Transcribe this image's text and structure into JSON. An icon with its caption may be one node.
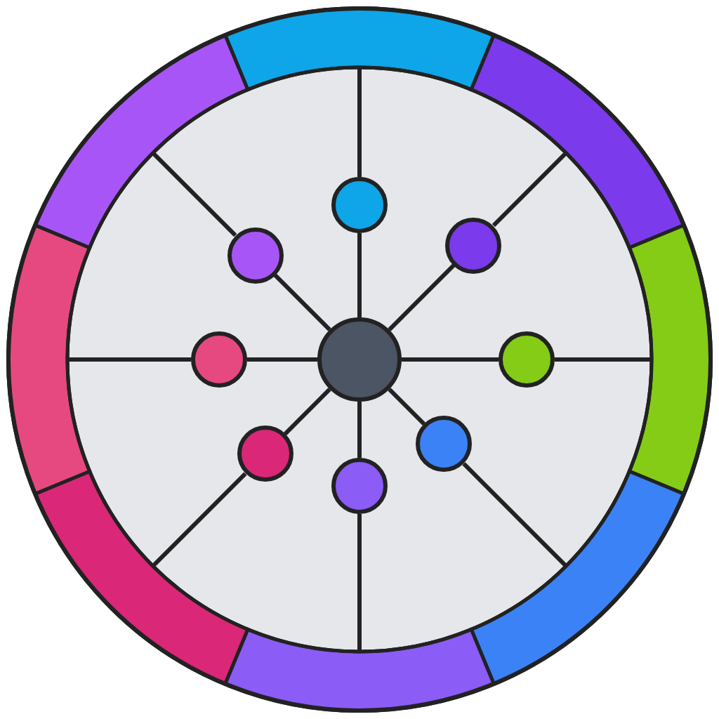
{
  "diagram": {
    "nodes": [
      {
        "text": [],
        "shape": "circle"
      },
      {
        "text": [],
        "shape": "circle",
        "in": 0
      },
      {
        "text": [],
        "shape": "circle",
        "in": 0
      },
      {
        "text": [],
        "shape": "circle",
        "in": 0
      },
      {
        "text": [],
        "shape": "circle",
        "in": 0
      },
      {
        "text": [],
        "shape": "circle",
        "in": 0
      },
      {
        "text": [],
        "shape": "circle",
        "in": 0
      },
      {
        "text": [],
        "shape": "circle",
        "in": 0
      },
      {
        "text": [],
        "shape": "circle",
        "in": 0
      },
      {
        "text": [],
        "shape": "circle",
        "in": 0
      }
    ],
    "edges": [
      {
        "from": 2,
        "to": 5,
        "arrow": "none"
      },
      {
        "from": 1,
        "to": 5,
        "arrow": "none"
      },
      {
        "from": 3,
        "to": 5,
        "arrow": "none"
      },
      {
        "from": 4,
        "to": 5,
        "arrow": "none"
      },
      {
        "from": 5,
        "to": 6,
        "arrow": "none"
      },
      {
        "from": 5,
        "to": 7,
        "arrow": "none"
      },
      {
        "from": 5,
        "to": 9,
        "arrow": "none"
      },
      {
        "from": 5,
        "to": 8,
        "arrow": "none"
      }
    ]
  }
}
